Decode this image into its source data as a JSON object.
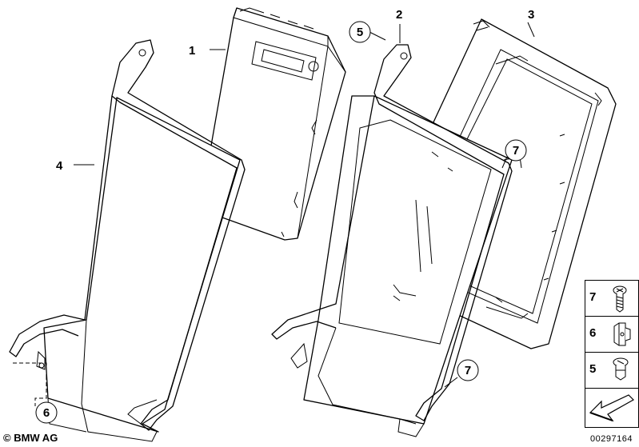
{
  "callouts": [
    {
      "number": "1"
    },
    {
      "number": "2"
    },
    {
      "number": "3"
    },
    {
      "number": "4"
    },
    {
      "number": "5"
    },
    {
      "number": "6"
    },
    {
      "number": "7"
    },
    {
      "number": "7"
    }
  ],
  "legend": {
    "items": [
      {
        "number": "7",
        "part_icon": "screw-icon"
      },
      {
        "number": "6",
        "part_icon": "clip-icon"
      },
      {
        "number": "5",
        "part_icon": "bolt-icon"
      }
    ],
    "arrow_icon": "direction-arrow-icon"
  },
  "copyright": "© BMW AG",
  "document_id": "00297164"
}
